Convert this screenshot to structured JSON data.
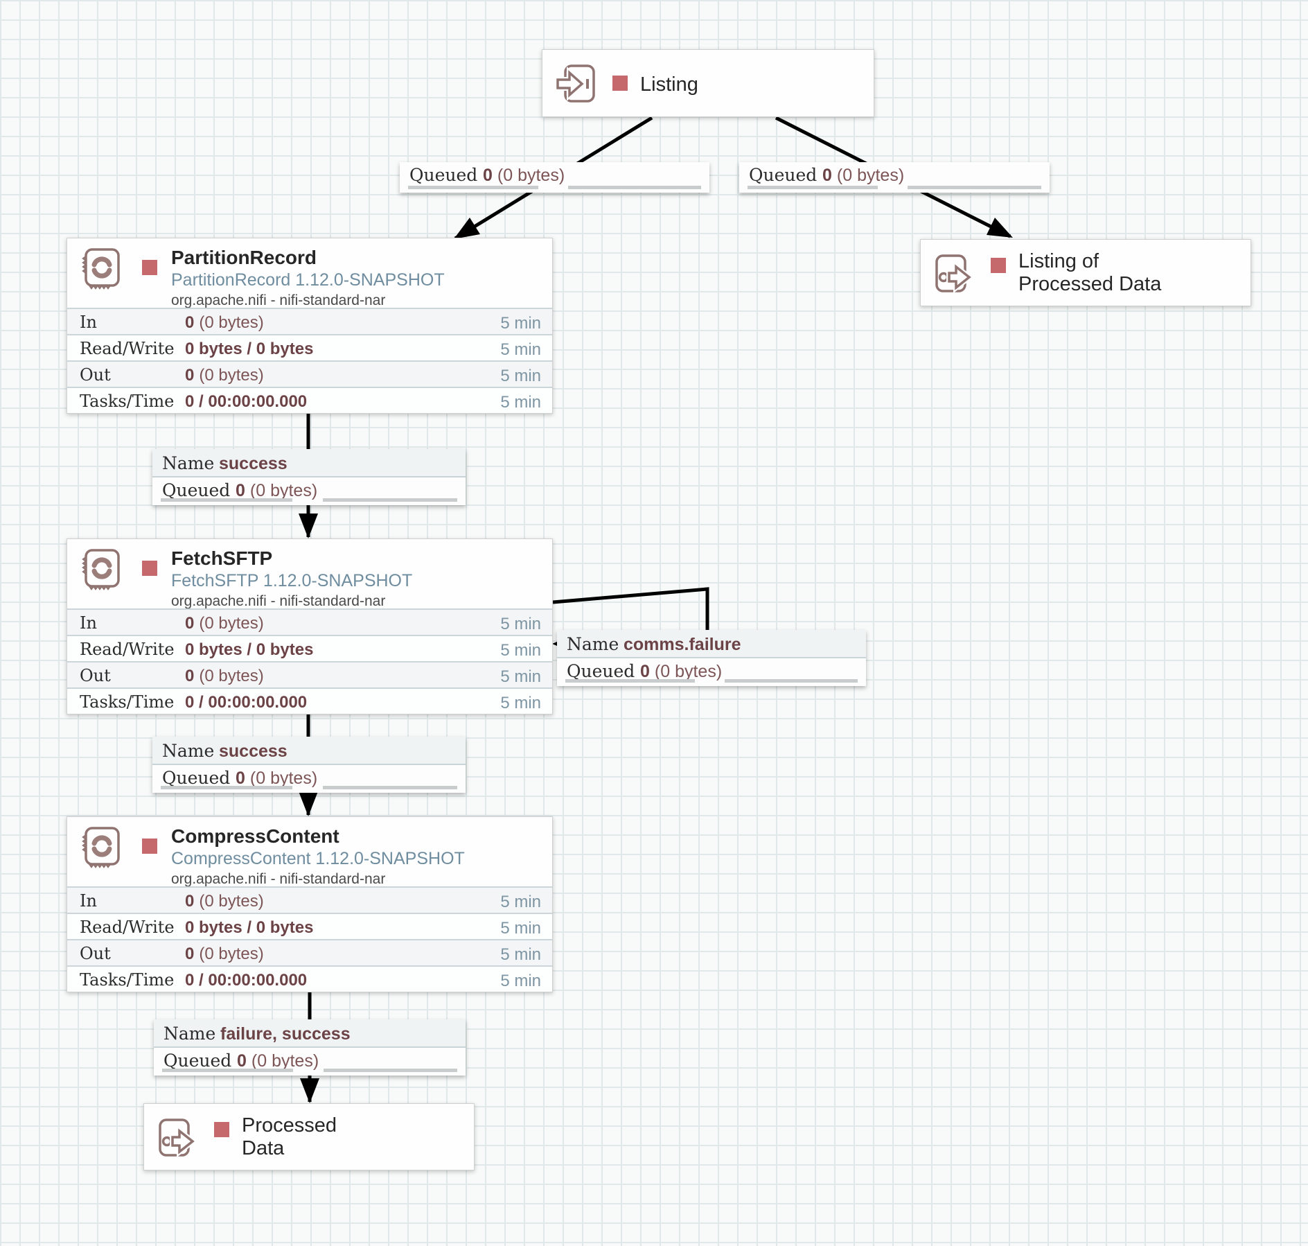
{
  "canvas": {
    "bg": "#f8fafa",
    "grid_color": "#e0e8e9"
  },
  "status": {
    "stopped_color": "#c5696d"
  },
  "stats_window": "5 min",
  "ports": [
    {
      "type": "input",
      "label": "Listing"
    },
    {
      "type": "output",
      "line1": "Listing of",
      "line2": "Processed Data"
    },
    {
      "type": "output",
      "line1": "Processed",
      "line2": "Data"
    }
  ],
  "processors": [
    {
      "name": "PartitionRecord",
      "type_version": "PartitionRecord 1.12.0-SNAPSHOT",
      "bundle": "org.apache.nifi - nifi-standard-nar",
      "stats": [
        {
          "label": "In",
          "strong": "0",
          "normal": "(0 bytes)",
          "window": "5 min"
        },
        {
          "label": "Read/Write",
          "strong": "0 bytes / 0 bytes",
          "normal": "",
          "window": "5 min"
        },
        {
          "label": "Out",
          "strong": "0",
          "normal": "(0 bytes)",
          "window": "5 min"
        },
        {
          "label": "Tasks/Time",
          "strong": "0 / 00:00:00.000",
          "normal": "",
          "window": "5 min"
        }
      ]
    },
    {
      "name": "FetchSFTP",
      "type_version": "FetchSFTP 1.12.0-SNAPSHOT",
      "bundle": "org.apache.nifi - nifi-standard-nar",
      "stats": [
        {
          "label": "In",
          "strong": "0",
          "normal": "(0 bytes)",
          "window": "5 min"
        },
        {
          "label": "Read/Write",
          "strong": "0 bytes / 0 bytes",
          "normal": "",
          "window": "5 min"
        },
        {
          "label": "Out",
          "strong": "0",
          "normal": "(0 bytes)",
          "window": "5 min"
        },
        {
          "label": "Tasks/Time",
          "strong": "0 / 00:00:00.000",
          "normal": "",
          "window": "5 min"
        }
      ]
    },
    {
      "name": "CompressContent",
      "type_version": "CompressContent 1.12.0-SNAPSHOT",
      "bundle": "org.apache.nifi - nifi-standard-nar",
      "stats": [
        {
          "label": "In",
          "strong": "0",
          "normal": "(0 bytes)",
          "window": "5 min"
        },
        {
          "label": "Read/Write",
          "strong": "0 bytes / 0 bytes",
          "normal": "",
          "window": "5 min"
        },
        {
          "label": "Out",
          "strong": "0",
          "normal": "(0 bytes)",
          "window": "5 min"
        },
        {
          "label": "Tasks/Time",
          "strong": "0 / 00:00:00.000",
          "normal": "",
          "window": "5 min"
        }
      ]
    }
  ],
  "connections": {
    "listing_to_partition": {
      "queued_label": "Queued",
      "count": "0",
      "size": "(0 bytes)"
    },
    "listing_to_output": {
      "queued_label": "Queued",
      "count": "0",
      "size": "(0 bytes)"
    },
    "partition_to_fetch": {
      "name_label": "Name",
      "name_value": "success",
      "queued_label": "Queued",
      "count": "0",
      "size": "(0 bytes)"
    },
    "fetch_loop": {
      "name_label": "Name",
      "name_value": "comms.failure",
      "queued_label": "Queued",
      "count": "0",
      "size": "(0 bytes)"
    },
    "fetch_to_compress": {
      "name_label": "Name",
      "name_value": "success",
      "queued_label": "Queued",
      "count": "0",
      "size": "(0 bytes)"
    },
    "compress_to_output": {
      "name_label": "Name",
      "name_value": "failure, success",
      "queued_label": "Queued",
      "count": "0",
      "size": "(0 bytes)"
    }
  }
}
